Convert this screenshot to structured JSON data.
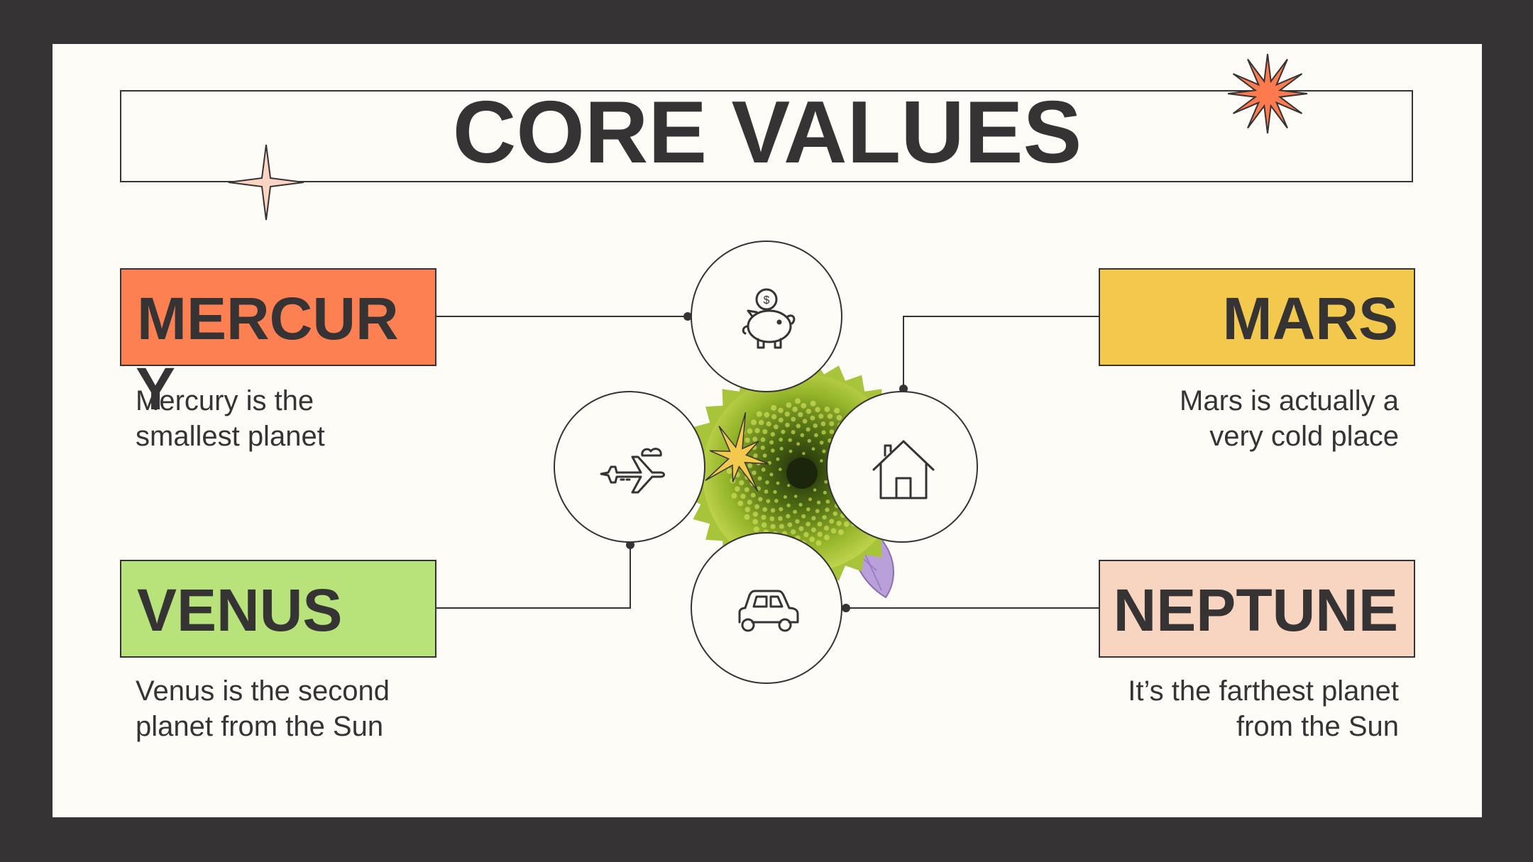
{
  "title": "CORE VALUES",
  "items": [
    {
      "name": "MERCUR",
      "overflow": "Y",
      "description_lines": [
        "Mercury is the",
        "smallest planet"
      ]
    },
    {
      "name": "MARS",
      "description_lines": [
        "Mars is actually a",
        "very cold place"
      ]
    },
    {
      "name": "VENUS",
      "description_lines": [
        "Venus is the second",
        "planet from the Sun"
      ]
    },
    {
      "name": "NEPTUNE",
      "description_lines": [
        "It’s the farthest planet",
        "from the Sun"
      ]
    }
  ],
  "colors": {
    "background": "#353334",
    "slide": "#fdfcf7",
    "text": "#353334",
    "mercury": "#fd8053",
    "mars": "#f2c94c",
    "venus": "#b8e27a",
    "neptune": "#f8d5c0",
    "burst": "#fd7a4f",
    "sparkle": "#fbd4c4",
    "yellow_star": "#f2c94c"
  },
  "icons": [
    "piggy-bank-icon",
    "airplane-icon",
    "house-icon",
    "car-icon"
  ]
}
